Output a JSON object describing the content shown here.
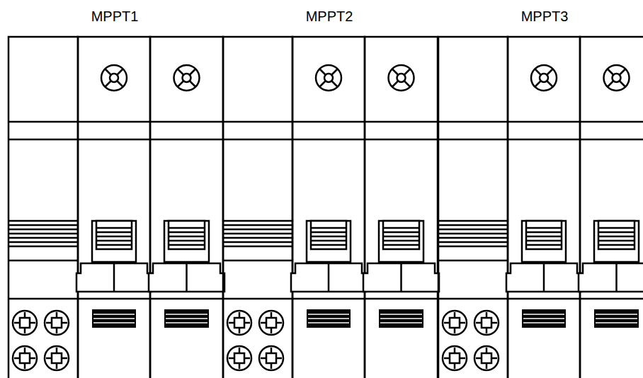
{
  "diagram": {
    "labels": [
      "MPPT1",
      "MPPT2",
      "MPPT3"
    ]
  }
}
